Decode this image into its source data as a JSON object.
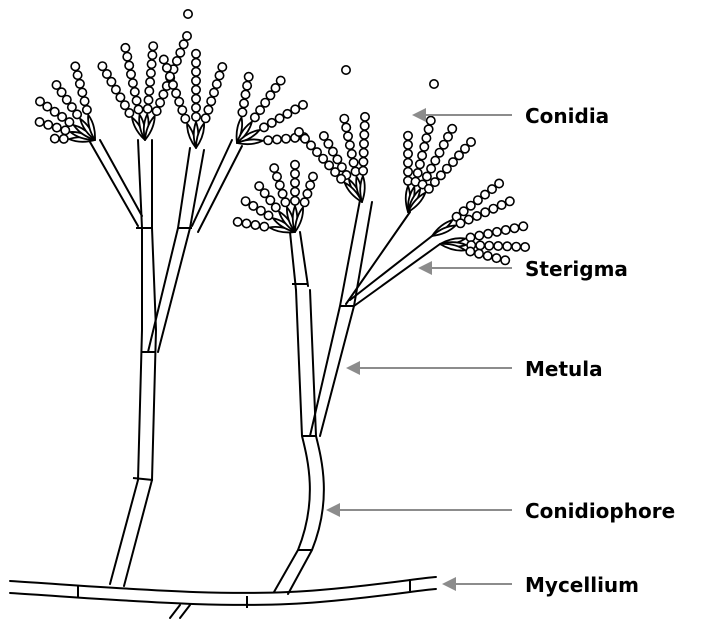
{
  "labels": {
    "conidia": "Conidia",
    "sterigma": "Sterigma",
    "metula": "Metula",
    "conidiophore": "Conidiophore",
    "mycellium": "Mycellium"
  },
  "colors": {
    "line": "#000000",
    "arrow": "#8c8c8c",
    "background": "#ffffff"
  }
}
